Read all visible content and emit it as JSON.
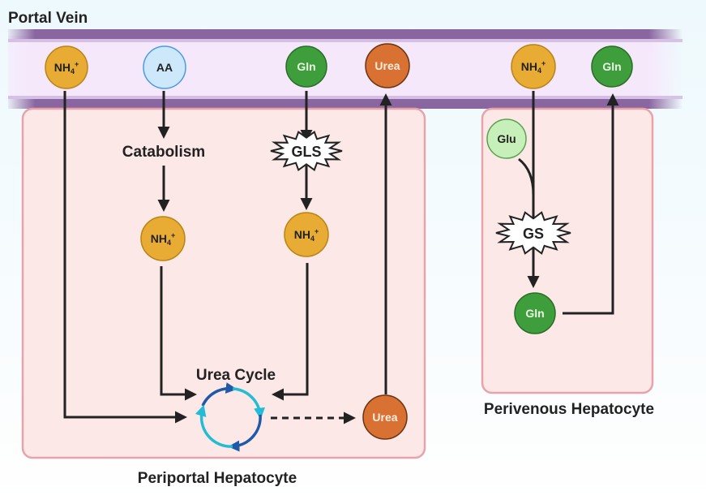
{
  "title": "Portal Vein",
  "colors": {
    "vein_band": "#8a66a0",
    "vein_fill": "#f5e8fb",
    "cell_fill": "#fde8e8",
    "cell_border": "#e8a3aa",
    "nh4": "#e8ac34",
    "aa": "#cde8fb",
    "gln": "#3f9e3c",
    "glu": "#c7efba",
    "urea": "#d97132",
    "cycle_dark": "#1f5aa8",
    "cycle_light": "#23bcd6",
    "arrow": "#222222"
  },
  "vein_molecules": [
    {
      "id": "nh4-in-periportal",
      "label": "NH4",
      "sup": "+",
      "type": "nh4"
    },
    {
      "id": "aa",
      "label": "AA",
      "type": "aa"
    },
    {
      "id": "gln-in",
      "label": "Gln",
      "type": "gln"
    },
    {
      "id": "urea-out",
      "label": "Urea",
      "type": "urea"
    },
    {
      "id": "nh4-in-perivenous",
      "label": "NH4",
      "sup": "+",
      "type": "nh4"
    },
    {
      "id": "gln-out",
      "label": "Gln",
      "type": "gln"
    }
  ],
  "periportal": {
    "name": "Periportal Hepatocyte",
    "catabolism": "Catabolism",
    "enzyme": "GLS",
    "nh4_from_aa": {
      "label": "NH4",
      "sup": "+"
    },
    "nh4_from_gln": {
      "label": "NH4",
      "sup": "+"
    },
    "cycle_label": "Urea Cycle",
    "urea_product": "Urea"
  },
  "perivenous": {
    "name": "Perivenous Hepatocyte",
    "substrate": "Glu",
    "enzyme": "GS",
    "product": "Gln"
  }
}
